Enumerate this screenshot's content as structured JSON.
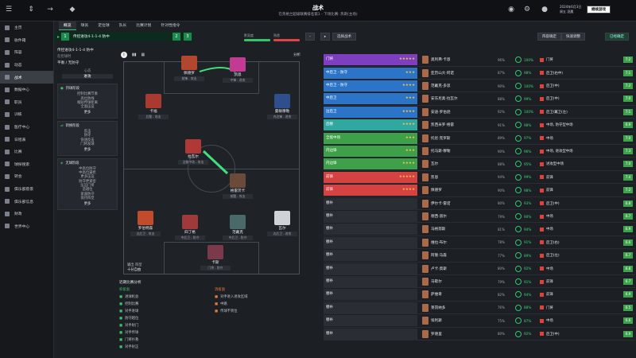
{
  "top": {
    "title": "战术",
    "subtitle": "在英格兰超级联赛排名第1 - 下场比赛: 热刺(主场)",
    "date": "2024年6月3日",
    "weekday": "周五 凌晨",
    "continue": "继续游戏"
  },
  "sidebar": [
    "主页",
    "收件箱",
    "阵容",
    "动态",
    "战术",
    "数据中心",
    "职员",
    "训练",
    "医疗中心",
    "日程表",
    "比赛",
    "球探搜索",
    "转会",
    "俱乐部愿景",
    "俱乐部信息",
    "财政",
    "世界中心"
  ],
  "tabs": [
    "概览",
    "球员",
    "定位球",
    "队长",
    "比赛计划",
    "针对性指令"
  ],
  "formbar": {
    "num1": "1",
    "label": "传控进攻4-1-1-4 防中",
    "num2": "2",
    "num3": "3"
  },
  "bars": {
    "a": "默契度",
    "b": "熟悉"
  },
  "left": {
    "tactic": "传控进攻4-1-1-4 防中",
    "style": "在控球时",
    "mentality": "平衡 / 无防守",
    "role_label": "心态",
    "role_value": "进攻",
    "p1": {
      "title": "持球阶段",
      "lines": [
        "控制比赛节奏",
        "高位防线",
        "缩短传球距离",
        "全面压迫"
      ],
      "more": "更多"
    },
    "p2": {
      "title": "转换阶段",
      "lines": [
        "反击",
        "防守",
        "快速反击",
        "门将发球"
      ],
      "more": "更多"
    },
    "p3": {
      "title": "无球阶段",
      "lines": [
        "中高位防守",
        "中高位逼抢",
        "更多压迫",
        "防守更紧密",
        "压迫门将",
        "造越位",
        "紧逼防守",
        "保持阵型"
      ],
      "more": "更多"
    }
  },
  "players": [
    {
      "name": "佩德罗",
      "role": "前锋 - 攻击"
    },
    {
      "name": "凯恩",
      "role": "中锋 - 进攻"
    },
    {
      "name": "卡福",
      "role": "后腰 - 攻击"
    },
    {
      "name": "曼联穆勒",
      "role": "内边锋 - 进攻"
    },
    {
      "name": "拉瓦尔",
      "role": "全能中场 - 攻击"
    },
    {
      "name": "格雷茨卡",
      "role": "前腰 - 攻击"
    },
    {
      "name": "罗伯特森",
      "role": "边后卫 - 攻击"
    },
    {
      "name": "四丁格",
      "role": "中后卫 - 防守"
    },
    {
      "name": "范戴克",
      "role": "中后卫 - 防守"
    },
    {
      "name": "瓦尔",
      "role": "边后卫 - 进攻"
    },
    {
      "name": "卡斯",
      "role": "门将 - 防守"
    }
  ],
  "pitch": {
    "formation_label": "输出 阵型",
    "formation": "十分自由",
    "top_right": "分析"
  },
  "notes": {
    "title": "近期比赛分析",
    "cat1": "积极面",
    "items1": [
      "进球机会",
      "控制比赛",
      "对手进球",
      "防守越位",
      "对手射门",
      "对手传球",
      "门将扑救",
      "对手射正"
    ],
    "cat2": "消极面",
    "items2": [
      "对手进入进攻区域",
      "中路",
      "传球不到位"
    ]
  },
  "right": {
    "tactic_btn": "选择战术",
    "btn1": "阵容确定",
    "btn2": "快速调整",
    "btn3": "已经确定",
    "rows": [
      {
        "pos": "门将",
        "stars": "★★★★★",
        "name": "奥利弗·卡恩",
        "pct": "96%",
        "val": "100%",
        "role": "门将",
        "rat": "7.2",
        "color": "#7d3fbf"
      },
      {
        "pos": "中后卫 - 防守",
        "stars": "★★★",
        "name": "亚历山大·阿诺",
        "pct": "87%",
        "val": "98%",
        "role": "后卫(右中)",
        "rat": "7.1",
        "color": "#2b74c7"
      },
      {
        "pos": "中后卫 - 防守",
        "stars": "★★★★",
        "name": "范戴克·多思",
        "pct": "90%",
        "val": "100%",
        "role": "后卫(中)",
        "rat": "7.2",
        "color": "#2b74c7"
      },
      {
        "pos": "中后卫",
        "stars": "★★★",
        "name": "安东尼奥·拉瓦尔",
        "pct": "88%",
        "val": "99%",
        "role": "后卫(中)",
        "rat": "7.0",
        "color": "#2b74c7"
      },
      {
        "pos": "边后卫",
        "stars": "★★★★",
        "name": "安迪·罗伯逊",
        "pct": "92%",
        "val": "100%",
        "role": "后卫/翼卫(左)",
        "rat": "7.1",
        "color": "#2b74c7"
      },
      {
        "pos": "后腰",
        "stars": "★★★★",
        "name": "凯西米罗·格雷",
        "pct": "91%",
        "val": "98%",
        "role": "中场, 防守型中场",
        "rat": "6.9",
        "color": "#30a8a0"
      },
      {
        "pos": "全能中场",
        "stars": "★★★",
        "name": "托尼·克罗斯",
        "pct": "89%",
        "val": "97%",
        "role": "中场",
        "rat": "7.0",
        "color": "#3fa04a"
      },
      {
        "pos": "内边锋",
        "stars": "★★★",
        "name": "托马斯·穆勒",
        "pct": "90%",
        "val": "96%",
        "role": "中场, 进攻型中场",
        "rat": "7.3",
        "color": "#3fa04a"
      },
      {
        "pos": "内边锋",
        "stars": "★★★★",
        "name": "瓦尔",
        "pct": "88%",
        "val": "95%",
        "role": "进攻型中场",
        "rat": "7.0",
        "color": "#3fa04a"
      },
      {
        "pos": "前锋",
        "stars": "★★★★★",
        "name": "凯恩",
        "pct": "94%",
        "val": "99%",
        "role": "前锋",
        "rat": "7.4",
        "color": "#d64141"
      },
      {
        "pos": "前锋",
        "stars": "★★★★",
        "name": "佩德罗",
        "pct": "90%",
        "val": "98%",
        "role": "前锋",
        "rat": "7.2",
        "color": "#d64141"
      },
      {
        "pos": "替补",
        "stars": "",
        "name": "伊尔卡·雷诺",
        "pct": "80%",
        "val": "93%",
        "role": "后卫(中)",
        "rat": "6.8",
        "color": "#2a2e34"
      },
      {
        "pos": "替补",
        "stars": "",
        "name": "德西·道尔",
        "pct": "79%",
        "val": "90%",
        "role": "中场",
        "rat": "6.7",
        "color": "#2a2e34"
      },
      {
        "pos": "替补",
        "stars": "",
        "name": "马格努斯",
        "pct": "81%",
        "val": "94%",
        "role": "中场",
        "rat": "6.9",
        "color": "#2a2e34"
      },
      {
        "pos": "替补",
        "stars": "",
        "name": "维拉·布尔",
        "pct": "78%",
        "val": "91%",
        "role": "后卫(右)",
        "rat": "6.6",
        "color": "#2a2e34"
      },
      {
        "pos": "替补",
        "stars": "",
        "name": "阿隆·马森",
        "pct": "77%",
        "val": "89%",
        "role": "后卫(左)",
        "rat": "6.7",
        "color": "#2a2e34"
      },
      {
        "pos": "替补",
        "stars": "",
        "name": "卢卡·莫斯",
        "pct": "80%",
        "val": "92%",
        "role": "中场",
        "rat": "6.8",
        "color": "#2a2e34"
      },
      {
        "pos": "替补",
        "stars": "",
        "name": "马歇尔",
        "pct": "79%",
        "val": "91%",
        "role": "前锋",
        "rat": "6.7",
        "color": "#2a2e34"
      },
      {
        "pos": "替补",
        "stars": "",
        "name": "萨维奇",
        "pct": "82%",
        "val": "94%",
        "role": "前锋",
        "rat": "6.9",
        "color": "#2a2e34"
      },
      {
        "pos": "替补",
        "stars": "",
        "name": "莱昂纳多",
        "pct": "76%",
        "val": "88%",
        "role": "门将",
        "rat": "6.5",
        "color": "#2a2e34"
      },
      {
        "pos": "替补",
        "stars": "",
        "name": "埃利斯",
        "pct": "75%",
        "val": "87%",
        "role": "中场",
        "rat": "6.6",
        "color": "#2a2e34"
      },
      {
        "pos": "替补",
        "stars": "",
        "name": "罗德里",
        "pct": "80%",
        "val": "92%",
        "role": "后卫(中)",
        "rat": "6.9",
        "color": "#2a2e34"
      }
    ]
  }
}
